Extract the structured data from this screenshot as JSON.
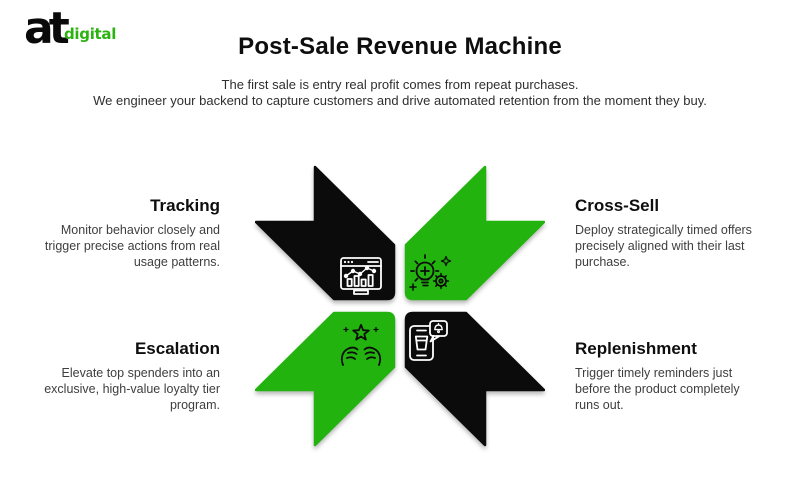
{
  "brand": {
    "name_bold": "at",
    "name_accent": "digital"
  },
  "header": {
    "title": "Post-Sale Revenue Machine",
    "subtitle_line1": "The first sale is entry real profit comes from repeat purchases.",
    "subtitle_line2": "We engineer your backend to capture customers and drive automated retention from the moment they buy."
  },
  "quadrants": [
    {
      "id": "tracking",
      "position": "top-left",
      "title": "Tracking",
      "description": "Monitor behavior closely and\ntrigger precise actions from real\nusage patterns.",
      "icon": "analytics-dashboard-icon",
      "arrow_color": "#0b0b0b",
      "icon_color": "#ffffff"
    },
    {
      "id": "cross-sell",
      "position": "top-right",
      "title": "Cross-Sell",
      "description": "Deploy strategically timed offers\nprecisely aligned with their last\npurchase.",
      "icon": "idea-bulb-gear-icon",
      "arrow_color": "#22b30e",
      "icon_color": "#0d0d0d"
    },
    {
      "id": "escalation",
      "position": "bottom-left",
      "title": "Escalation",
      "description": "Elevate top spenders into an\nexclusive, high-value loyalty tier\nprogram.",
      "icon": "hands-holding-star-icon",
      "arrow_color": "#22b30e",
      "icon_color": "#0d0d0d"
    },
    {
      "id": "replenishment",
      "position": "bottom-right",
      "title": "Replenishment",
      "description": "Trigger timely reminders just\nbefore the product completely\nruns out.",
      "icon": "phone-reminder-bell-icon",
      "arrow_color": "#0b0b0b",
      "icon_color": "#ffffff"
    }
  ],
  "colors": {
    "accent_green": "#22b30e",
    "ink_black": "#0b0b0b",
    "body_text": "#3e3e3e"
  }
}
